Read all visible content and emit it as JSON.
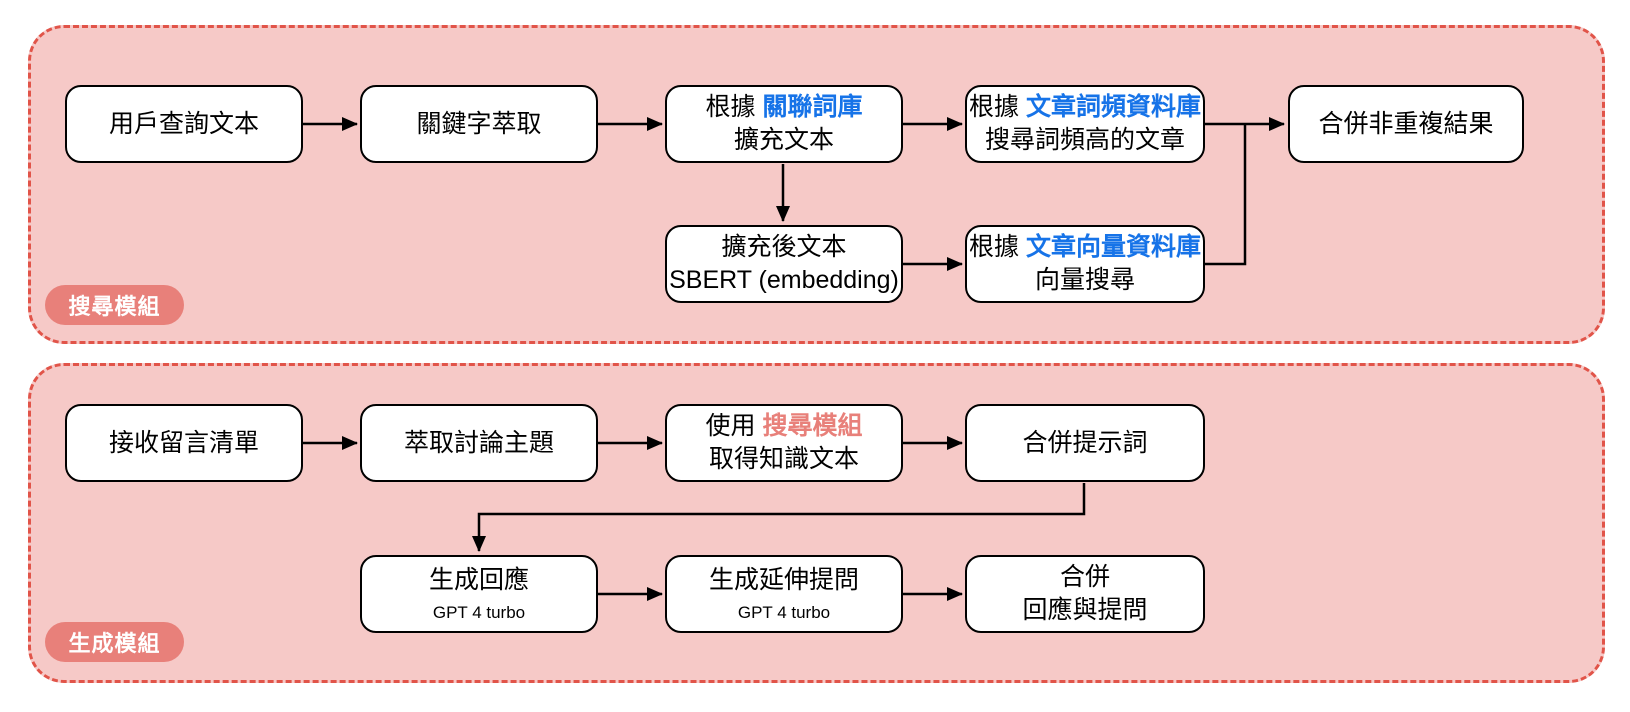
{
  "colors": {
    "module_fill": "#f6c9c7",
    "module_border": "#e15449",
    "badge_fill": "#e8807a",
    "node_fill": "#ffffff",
    "node_border": "#000000",
    "highlight_blue": "#1673e8",
    "highlight_red": "#e8807a",
    "arrow": "#000000"
  },
  "search_module": {
    "badge_label": "搜尋模組",
    "nodes": {
      "user_query": {
        "line1": "用戶查詢文本"
      },
      "keyword_extraction": {
        "line1": "關鍵字萃取"
      },
      "expand_text": {
        "line1_prefix": "根據",
        "line1_highlight": "關聯詞庫",
        "line2": "擴充文本"
      },
      "tf_search": {
        "line1_prefix": "根據",
        "line1_highlight": "文章詞頻資料庫",
        "line2": "搜尋詞頻高的文章"
      },
      "merge_unique": {
        "line1": "合併非重複結果"
      },
      "expanded_sbert": {
        "line1": "擴充後文本",
        "line2": "SBERT (embedding)"
      },
      "vector_search": {
        "line1_prefix": "根據",
        "line1_highlight": "文章向量資料庫",
        "line2": "向量搜尋"
      }
    }
  },
  "generation_module": {
    "badge_label": "生成模組",
    "nodes": {
      "receive_comments": {
        "line1": "接收留言清單"
      },
      "extract_topics": {
        "line1": "萃取討論主題"
      },
      "use_search_module": {
        "line1_prefix": "使用",
        "line1_highlight": "搜尋模組",
        "line2": "取得知識文本"
      },
      "merge_prompts": {
        "line1": "合併提示詞"
      },
      "generate_response": {
        "line1": "生成回應",
        "line2": "GPT 4 turbo"
      },
      "generate_questions": {
        "line1": "生成延伸提問",
        "line2": "GPT 4 turbo"
      },
      "merge_output": {
        "line1": "合併",
        "line2": "回應與提問"
      }
    }
  }
}
